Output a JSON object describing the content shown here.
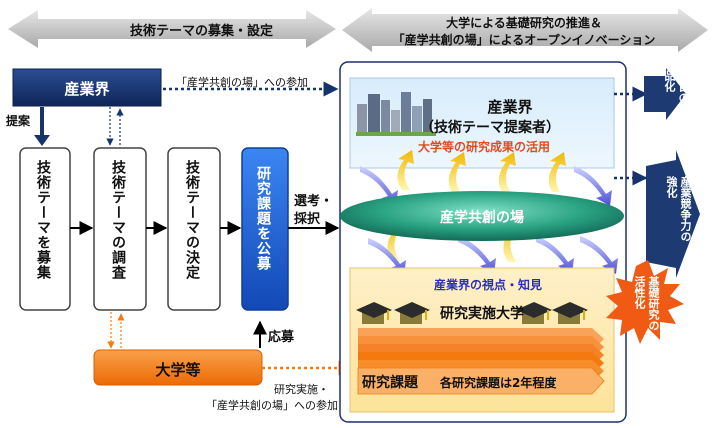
{
  "header": {
    "left": "技術テーマの募集・設定",
    "right_line1": "大学による基礎研究の推進＆",
    "right_line2": "「産学共創の場」によるオープンイノベーション"
  },
  "left": {
    "industry": "産業界",
    "participation_top": "「産学共創の場」への参加",
    "proposal": "提案",
    "step1": "技術テーマを募集",
    "step2": "技術テーマの調査",
    "step3": "技術テーマの決定",
    "step4": "研究課題を公募",
    "selection_line1": "選考・",
    "selection_line2": "採択",
    "apply": "応募",
    "university": "大学等",
    "participation_bottom_line1": "研究実施・",
    "participation_bottom_line2": "「産学共創の場」への参加"
  },
  "right": {
    "industry_title": "産業界",
    "industry_sub": "（技術テーマ提案者）",
    "utilization": "大学等の研究成果の活用",
    "forum": "産学共創の場",
    "viewpoint": "産業界の視点・知見",
    "univ_label": "研究実施大学",
    "research_title": "研究課題",
    "research_note": "各研究課題は2年程度"
  },
  "outcomes": {
    "o1": "独自の製品化",
    "o2": "産業競争力の強化",
    "o3": "基礎研究の活性化"
  },
  "colors": {
    "navy": "#17336b",
    "blue": "#1a63d6",
    "orange": "#f47a10",
    "red_text": "#e04c1f",
    "forum_green": "#1c7e6a",
    "starburst": "#f05a12"
  }
}
